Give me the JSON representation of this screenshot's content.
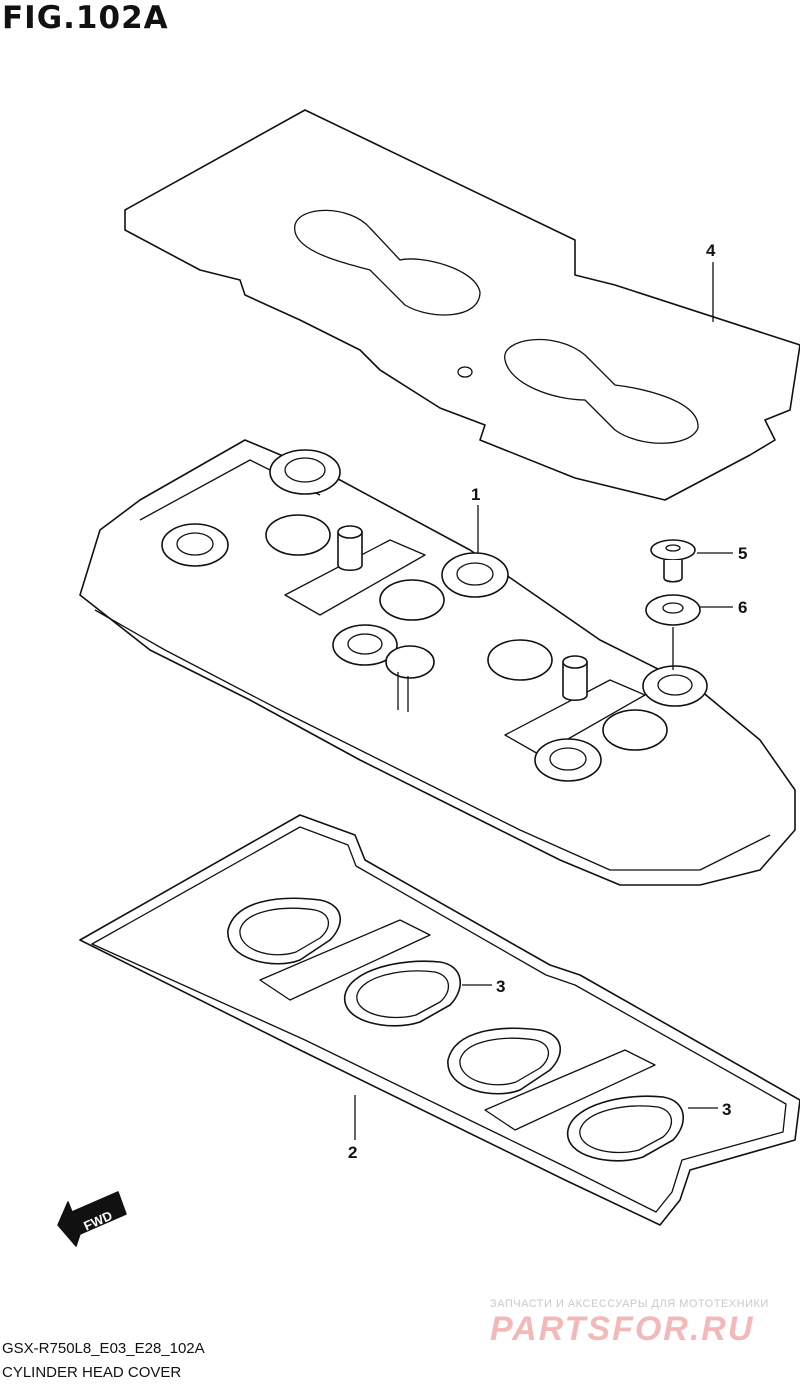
{
  "figure": {
    "title": "FIG.102A",
    "code": "GSX-R750L8_E03_E28_102A",
    "name": "CYLINDER HEAD COVER"
  },
  "callouts": {
    "part1": "1",
    "part2": "2",
    "part3a": "3",
    "part3b": "3",
    "part4": "4",
    "part5": "5",
    "part6": "6"
  },
  "direction_label": "FWD",
  "watermark": {
    "tagline": "ЗАПЧАСТИ И АКСЕССУАРЫ ДЛЯ МОТОТЕХНИКИ",
    "brand": "PARTSFOR.RU"
  }
}
